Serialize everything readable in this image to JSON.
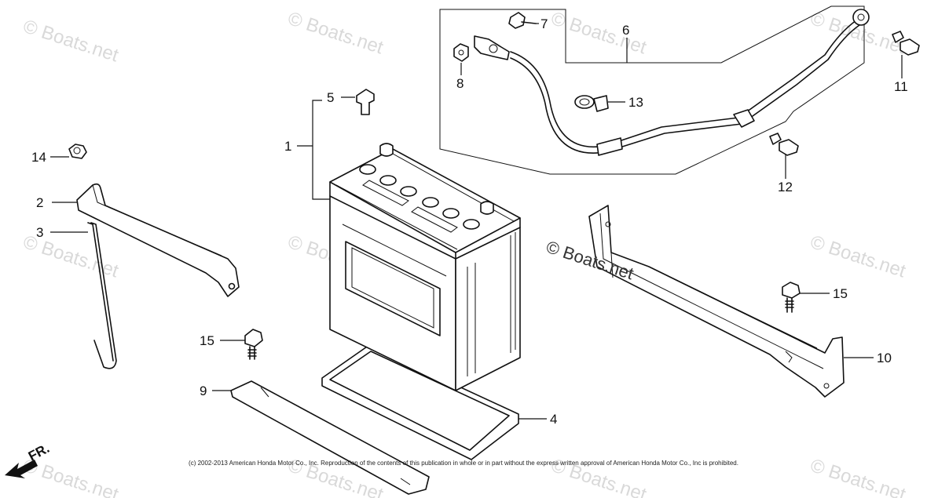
{
  "callouts": {
    "c1": "1",
    "c2": "2",
    "c3": "3",
    "c4": "4",
    "c5": "5",
    "c6": "6",
    "c7": "7",
    "c8": "8",
    "c9": "9",
    "c10": "10",
    "c11": "11",
    "c12": "12",
    "c13": "13",
    "c14": "14",
    "c15a": "15",
    "c15b": "15"
  },
  "watermark": "© Boats.net",
  "center_watermark": "© Boats.net",
  "front_indicator": "FR.",
  "copyright": "(c) 2002-2013 American Honda Motor Co., Inc. Reproduction of the contents of this publication in whole or in part without the express written approval of American Honda Motor Co., Inc is prohibited."
}
